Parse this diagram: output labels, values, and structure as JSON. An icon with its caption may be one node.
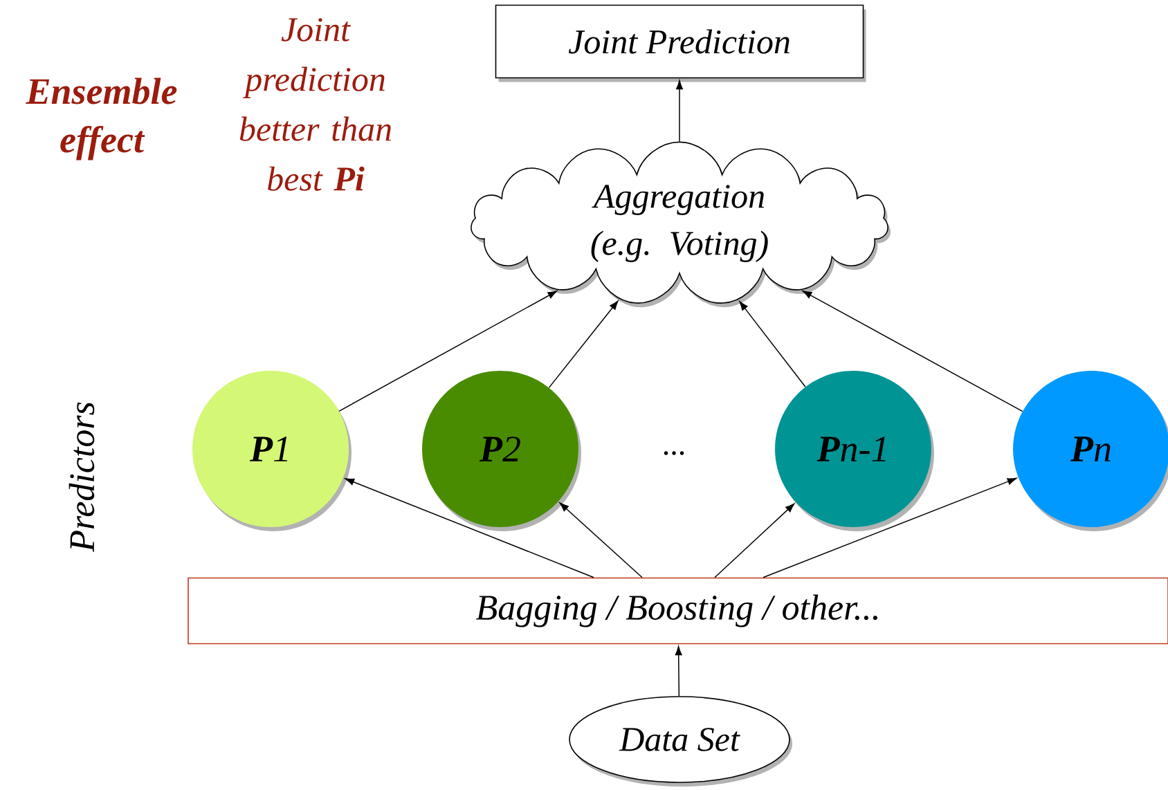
{
  "diagram": {
    "nodes": [
      {
        "text": [
          "Joint Prediction"
        ]
      },
      {
        "text": [
          "Aggregation (e.g. Voting)"
        ]
      },
      {
        "text": [
          "**P**1"
        ]
      },
      {
        "text": [
          "**P**2"
        ]
      },
      {
        "text": [
          "**P**n-1"
        ]
      },
      {
        "text": [
          "**P**n"
        ]
      },
      {
        "text": [
          "Bagging / Boosting / other..."
        ]
      },
      {
        "text": [
          "Data Set"
        ]
      }
    ],
    "edges": [
      {
        "from": 7,
        "to": 6,
        "arrow": "to"
      },
      {
        "from": 6,
        "to": 2,
        "arrow": "to"
      },
      {
        "from": 6,
        "to": 3,
        "arrow": "to"
      },
      {
        "from": 6,
        "to": 4,
        "arrow": "to"
      },
      {
        "from": 6,
        "to": 5,
        "arrow": "to"
      },
      {
        "from": 2,
        "to": 1,
        "arrow": "to"
      },
      {
        "from": 3,
        "to": 1,
        "arrow": "to"
      },
      {
        "from": 4,
        "to": 1,
        "arrow": "to"
      },
      {
        "from": 5,
        "to": 1,
        "arrow": "to"
      },
      {
        "from": 1,
        "to": 0,
        "arrow": "to"
      }
    ],
    "labels": [
      "Ensemble effect",
      "Joint prediction better than best **Pi**",
      "...",
      "Predictors"
    ]
  }
}
